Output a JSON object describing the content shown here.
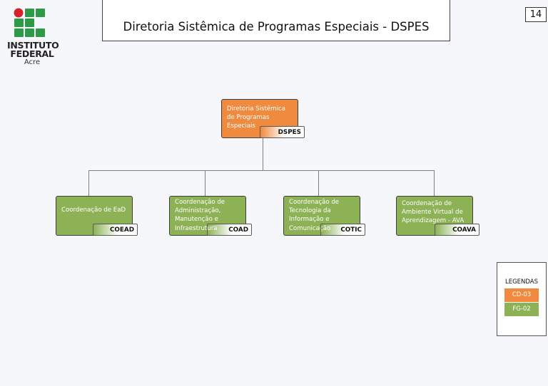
{
  "logo": {
    "line1": "INSTITUTO",
    "line2": "FEDERAL",
    "line3": "Acre"
  },
  "header": {
    "title": "Diretoria Sistêmica de Programas Especiais -  DSPES",
    "page_number": "14"
  },
  "org": {
    "root": {
      "label": "Diretoria Sistêmica de Programas Especiais",
      "code": "DSPES",
      "color": "#f08a3e"
    },
    "children": [
      {
        "label": "Coordenação de EaD",
        "code": "COEAD",
        "color": "#8db255"
      },
      {
        "label": "Coordenação de Administração, Manutenção e Infraestrutura",
        "code": "COAD",
        "color": "#8db255"
      },
      {
        "label": "Coordenação de Tecnologia da Informação e Comunicação",
        "code": "COTIC",
        "color": "#8db255"
      },
      {
        "label": "Coordenação de Ambiente Virtual de Aprendizagem - AVA",
        "code": "COAVA",
        "color": "#8db255"
      }
    ]
  },
  "legend": {
    "title": "LEGENDAS",
    "items": [
      {
        "label": "CD-03",
        "color": "#f08a3e"
      },
      {
        "label": "FG-02",
        "color": "#8db255"
      }
    ]
  }
}
